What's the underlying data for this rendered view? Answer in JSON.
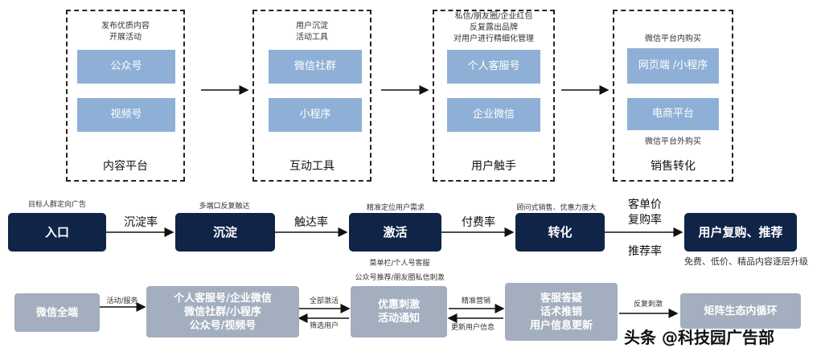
{
  "top_row": [
    {
      "note": [
        "发布优质内容",
        "开展活动"
      ],
      "items": [
        "公众号",
        "视频号"
      ],
      "caption": "内容平台"
    },
    {
      "note": [
        "用户沉淀",
        "活动工具"
      ],
      "items": [
        "微信社群",
        "小程序"
      ],
      "caption": "互动工具"
    },
    {
      "note": [
        "私信/朋友圈/企业红包",
        "反复露出品牌",
        "对用户进行精细化管理"
      ],
      "items": [
        "个人客服号",
        "企业微信"
      ],
      "caption": "用户触手"
    },
    {
      "note_top": "微信平台内购买",
      "items": [
        "网页端 /小程序",
        "电商平台"
      ],
      "note_bottom": "微信平台外购买",
      "caption": "销售转化"
    }
  ],
  "middle_row": {
    "boxes": [
      "入口",
      "沉淀",
      "激活",
      "转化",
      "用户复购、推荐"
    ],
    "above_notes": [
      "目标人群定向广告",
      "多端口反复触达",
      "精准定位用户需求",
      "顾问式销售、优惠力度大"
    ],
    "arrow_labels": [
      "沉淀率",
      "触达率",
      "付费率"
    ],
    "right_labels": [
      "客单价",
      "复购率",
      "推荐率"
    ],
    "right_note": "免费、低价、精品内容逐层升级",
    "below_note": [
      "菜单栏/个人号客服",
      "公众号推荐/朋友圈私信刺激"
    ]
  },
  "bottom_row": {
    "boxes": [
      "微信全端",
      "个人客服号/企业微信\n微信社群/小程序\n公众号/视频号",
      "优惠刺激\n活动通知",
      "客服答疑\n话术推销\n用户信息更新",
      "矩阵生态内循环"
    ],
    "labels": {
      "a1": "活动/服务",
      "a2_top": "全部激活",
      "a2_bottom": "筛选用户",
      "a3_top": "精准营销",
      "a3_bottom": "更新用户信息",
      "a4": "反复刺激"
    }
  },
  "watermark": "头条 @科技园广告部",
  "colors": {
    "light_box": "#8fb0d6",
    "navy_box": "#0f2447",
    "gray_box": "#a3afbf"
  }
}
